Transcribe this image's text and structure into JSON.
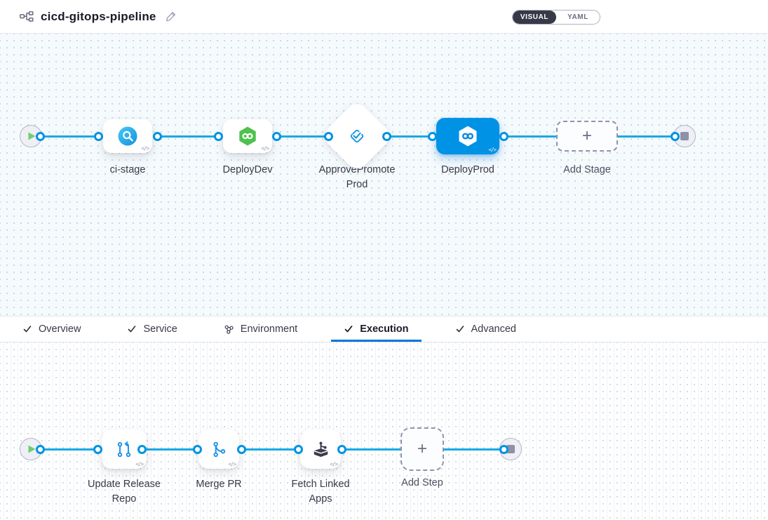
{
  "header": {
    "title": "cicd-gitops-pipeline",
    "toggle": {
      "visual_label": "VISUAL",
      "yaml_label": "YAML",
      "selected": "VISUAL"
    }
  },
  "icons": {
    "code_glyph": "</>",
    "plus_glyph": "+"
  },
  "pipeline": {
    "stages": [
      {
        "label": "ci-stage",
        "type": "ci-build"
      },
      {
        "label": "DeployDev",
        "type": "deployment"
      },
      {
        "label": "ApprovePromoteProd",
        "type": "approval"
      },
      {
        "label": "DeployProd",
        "type": "deployment",
        "selected": true
      }
    ],
    "add_stage_label": "Add Stage"
  },
  "tabs": {
    "items": [
      {
        "label": "Overview",
        "icon": "check",
        "active": false
      },
      {
        "label": "Service",
        "icon": "check",
        "active": false
      },
      {
        "label": "Environment",
        "icon": "environment",
        "active": false
      },
      {
        "label": "Execution",
        "icon": "check",
        "active": true
      },
      {
        "label": "Advanced",
        "icon": "check",
        "active": false
      }
    ]
  },
  "execution": {
    "steps": [
      {
        "label": "Update Release Repo",
        "type": "update-release-repo"
      },
      {
        "label": "Merge PR",
        "type": "merge-pr"
      },
      {
        "label": "Fetch Linked Apps",
        "type": "fetch-linked-apps"
      }
    ],
    "add_step_label": "Add Step"
  },
  "colors": {
    "accent_blue": "#0092e4",
    "connector_blue": "#18aae4",
    "selected_stage_bg": "#0092e4",
    "ci_icon_blue": "#24a8e8",
    "cd_icon_green": "#4ec14e",
    "toggle_dark": "#383946",
    "tab_underline": "#0278d5"
  }
}
